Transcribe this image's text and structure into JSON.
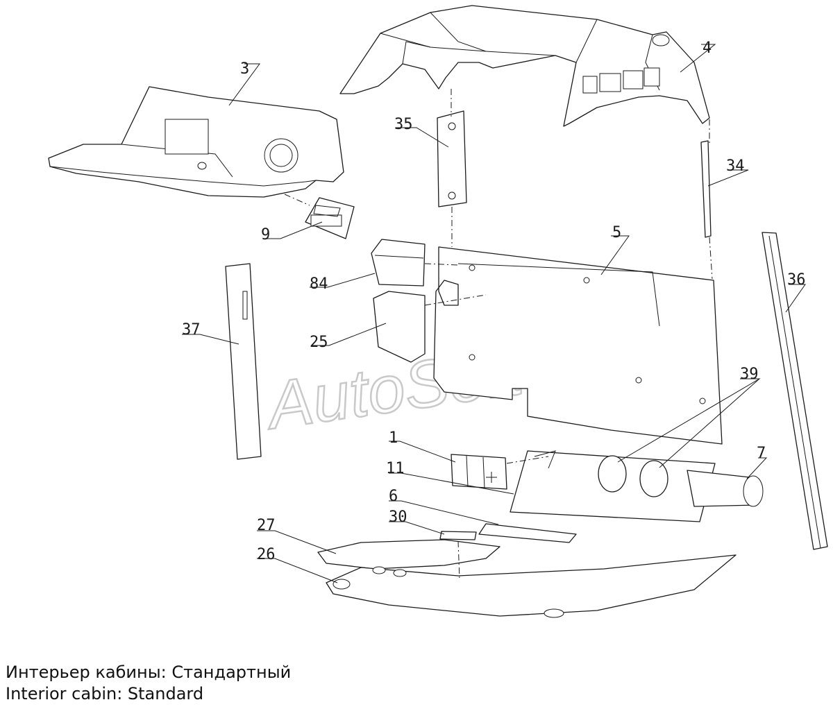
{
  "watermark": "AutoSoft",
  "callouts": {
    "c1": "1",
    "c3": "3",
    "c4": "4",
    "c5": "5",
    "c6": "6",
    "c7": "7",
    "c9": "9",
    "c11": "11",
    "c25": "25",
    "c26": "26",
    "c27": "27",
    "c30": "30",
    "c34": "34",
    "c35": "35",
    "c36": "36",
    "c37": "37",
    "c39": "39",
    "c84": "84"
  },
  "caption": {
    "line_ru": "Интерьер кабины: Стандартный",
    "line_en": "Interior cabin: Standard"
  }
}
